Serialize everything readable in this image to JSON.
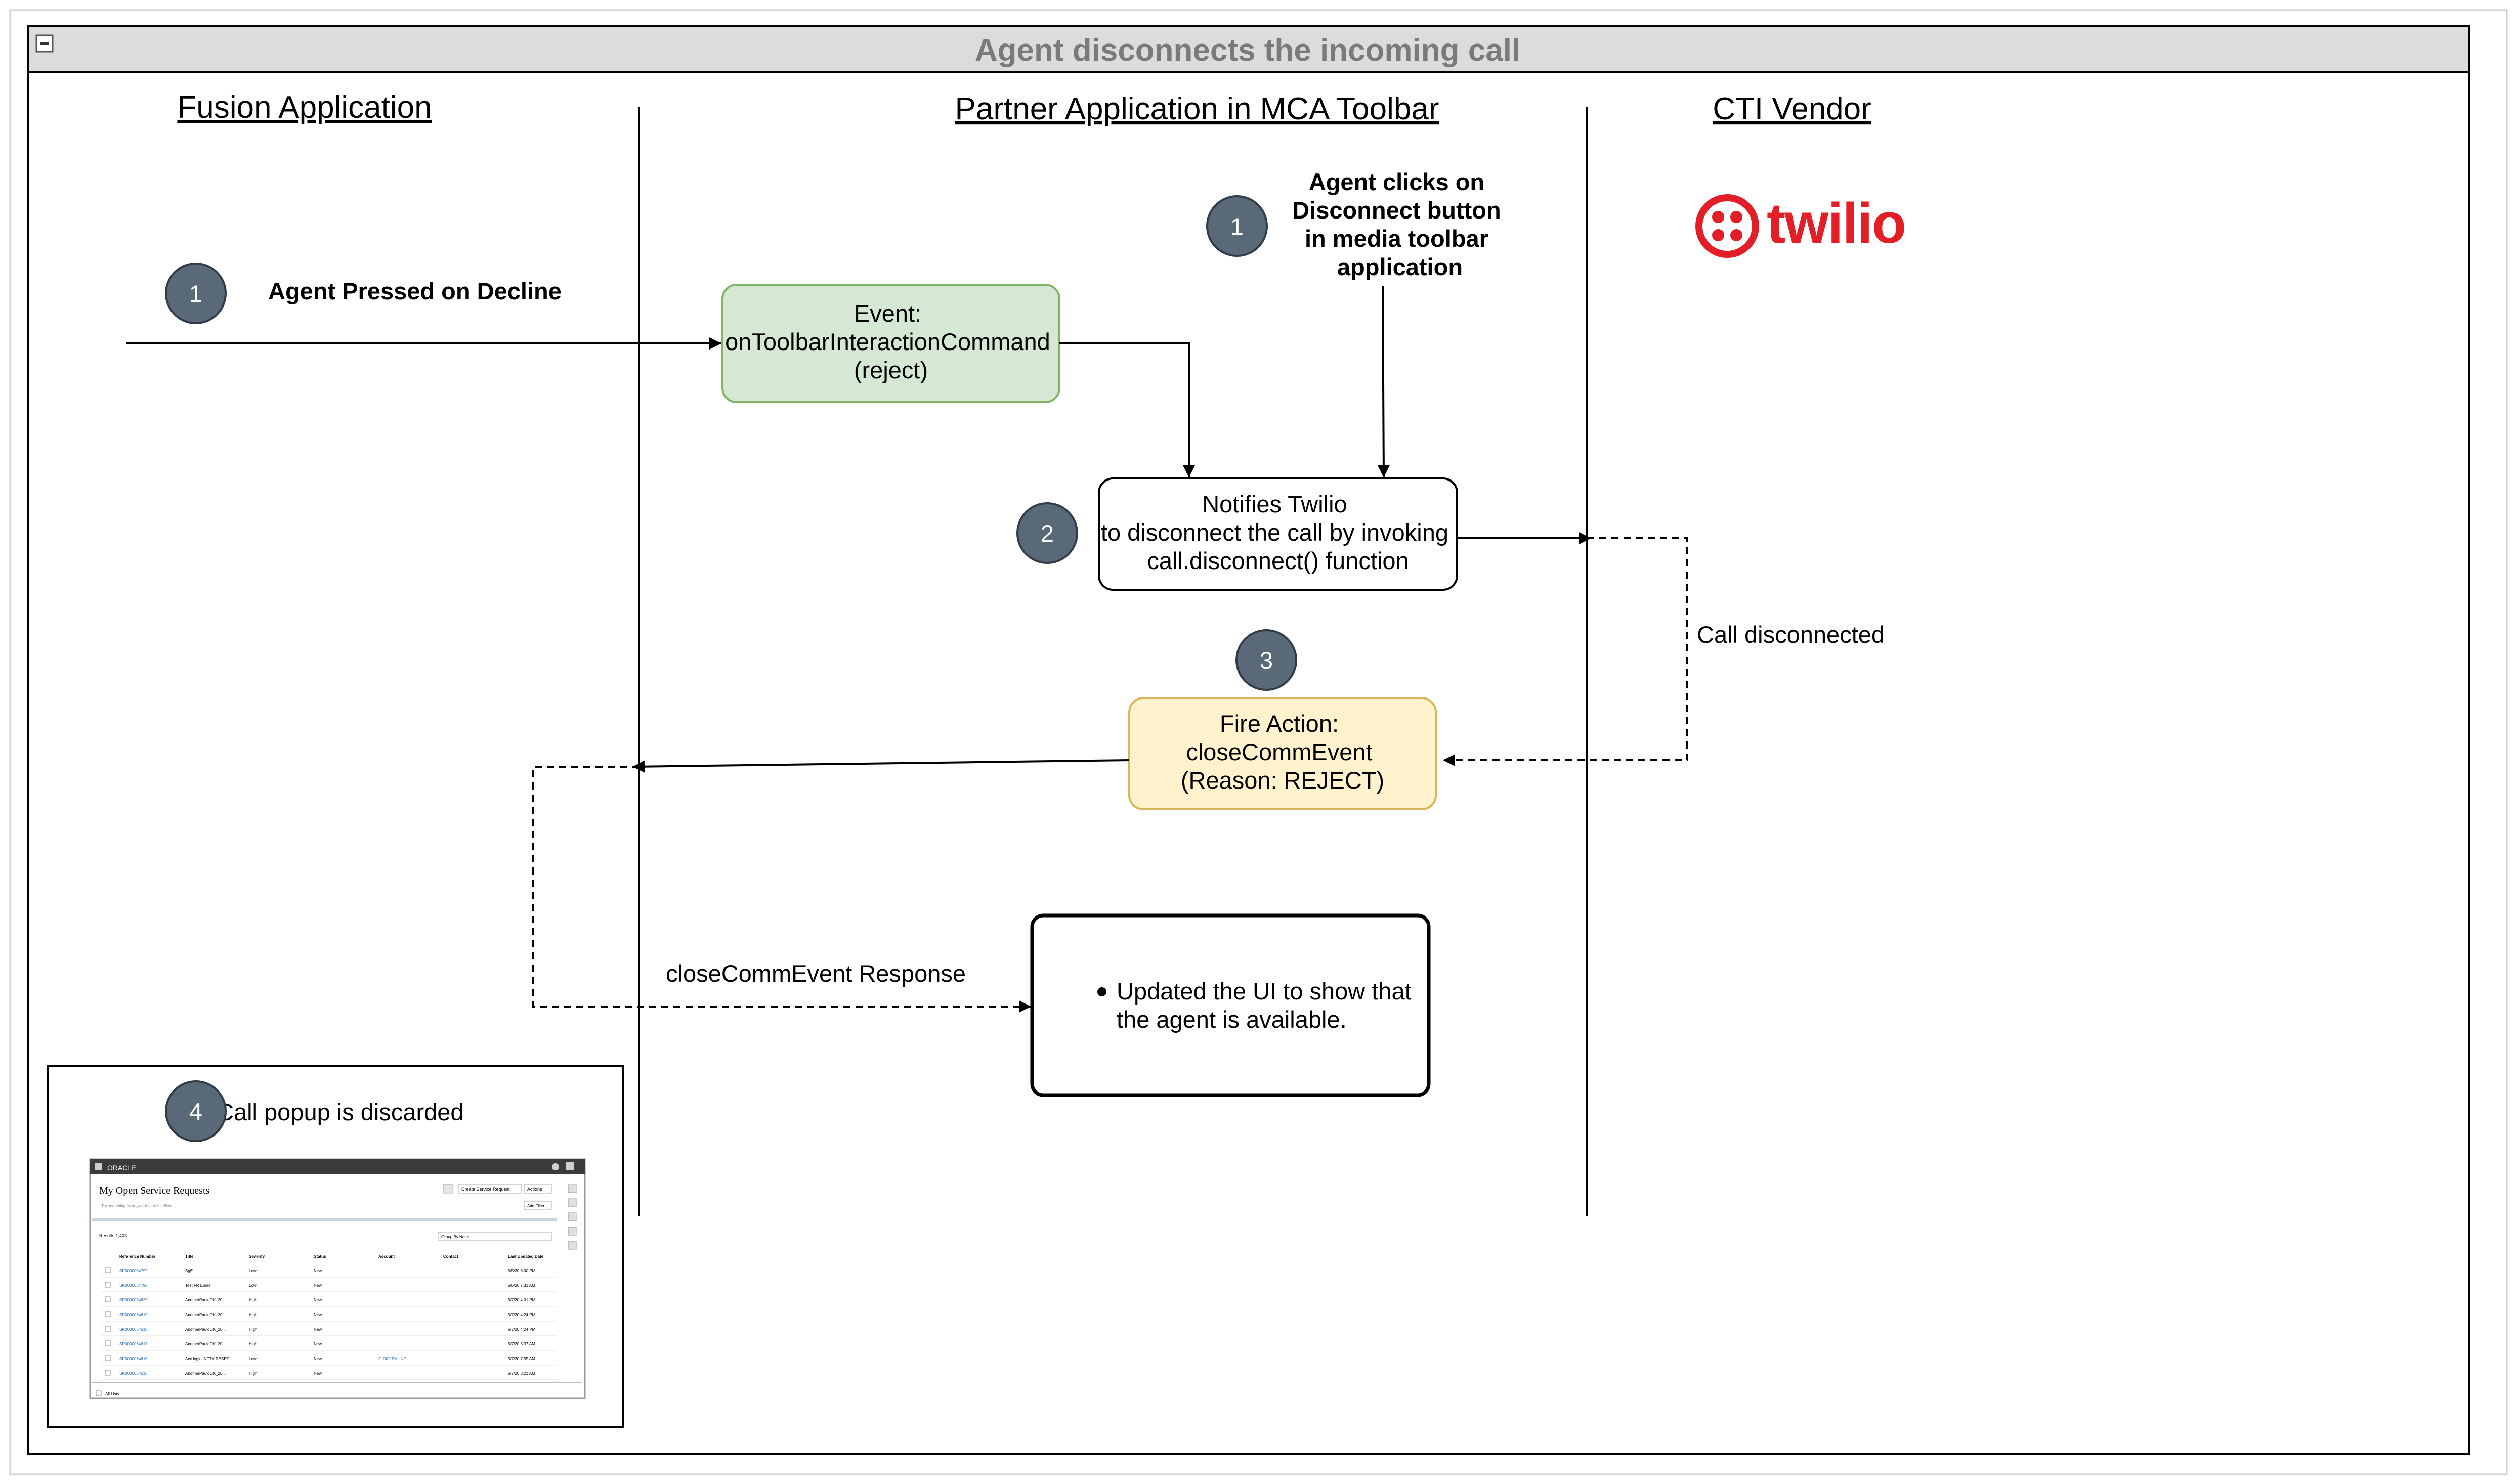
{
  "frame": {
    "title": "Agent disconnects the incoming call",
    "collapse_glyph": "−"
  },
  "lanes": {
    "fusion": "Fusion Application",
    "partner": "Partner Application in MCA Toolbar",
    "cti": "CTI Vendor"
  },
  "vendor_logo": {
    "name": "twilio",
    "icon": "twilio-logo-icon",
    "color": "#e31e26"
  },
  "steps": {
    "step1_left": {
      "number": "1",
      "label": "Agent Pressed on Decline"
    },
    "step1_right": {
      "number": "1",
      "lines": [
        "Agent clicks on",
        "Disconnect button",
        "in media toolbar",
        "application"
      ]
    },
    "step2": {
      "number": "2"
    },
    "step3": {
      "number": "3"
    },
    "step4": {
      "number": "4",
      "label": "Call popup is discarded"
    }
  },
  "nodes": {
    "event": {
      "lines": [
        "Event:",
        "onToolbarInteractionCommand",
        "(reject)"
      ],
      "fill": "#d5e8d4",
      "stroke": "#82b366"
    },
    "notify": {
      "lines": [
        "Notifies Twilio",
        "to disconnect the call by invoking",
        "call.disconnect() function"
      ]
    },
    "fire": {
      "lines": [
        "Fire Action:",
        "closeCommEvent",
        "(Reason: REJECT)"
      ],
      "fill": "#fff2cc",
      "stroke": "#d6b656"
    },
    "updated": {
      "lines": [
        "Updated the UI to show that",
        "the agent is available."
      ]
    }
  },
  "edge_labels": {
    "call_disconnected": "Call disconnected",
    "close_response": "closeCommEvent Response"
  },
  "colors": {
    "circle": "#5a6978",
    "frame_header": "#dcdcdc"
  },
  "thumbnail": {
    "brand": "ORACLE",
    "heading": "My Open Service Requests",
    "button_create": "Create Service Request",
    "button_actions": "Actions",
    "button_add_filter": "Add Filter",
    "hint": "Try searching by keyword to refine filter",
    "results": "Results  1,403",
    "group_by": "Group By  None",
    "columns": [
      "Reference Number",
      "Title",
      "Severity",
      "Status",
      "Account",
      "Contact",
      "Last Updated Date"
    ],
    "rows": [
      [
        "SR0000064799",
        "SgE",
        "Low",
        "New",
        "",
        "",
        "5/5/20 8:00 PM"
      ],
      [
        "SR0000064798",
        "Test FR Email",
        "Low",
        "New",
        "",
        "",
        "5/5/20 7:33 AM"
      ],
      [
        "SR0000064620",
        "AnotherPauloOK_20...",
        "High",
        "New",
        "",
        "",
        "5/7/20 4:01 PM"
      ],
      [
        "SR0000064619",
        "AnotherPauloOK_20...",
        "High",
        "New",
        "",
        "",
        "5/7/20 4:24 PM"
      ],
      [
        "SR0000064618",
        "AnotherPauloOK_20...",
        "High",
        "New",
        "",
        "",
        "5/7/20 4:24 PM"
      ],
      [
        "SR0000064617",
        "AnotherPauloOK_20...",
        "High",
        "New",
        "",
        "",
        "5/7/20 3:37 AM"
      ],
      [
        "SR0000064616",
        "Acc login INFTY RESET...",
        "Low",
        "New",
        "G-DIGITAL INC",
        "",
        "5/7/20 7:55 AM"
      ],
      [
        "SR0000064615",
        "AnotherPauloOK_20...",
        "High",
        "New",
        "",
        "",
        "5/7/20 3:21 AM"
      ]
    ],
    "footer": "All Lists"
  }
}
